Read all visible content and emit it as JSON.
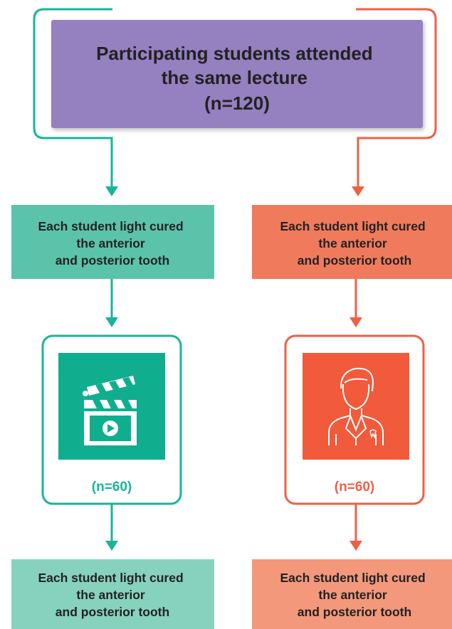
{
  "top_box": {
    "lines": [
      "Participating students attended",
      "the same lecture",
      "(n=120)"
    ]
  },
  "left": {
    "step1_lines": [
      "Each student light cured",
      "the anterior",
      "and posterior tooth"
    ],
    "icon": "video-clapperboard-icon",
    "group_label": "(n=60)",
    "step3_lines": [
      "Each student light cured",
      "the anterior",
      "and posterior tooth"
    ]
  },
  "right": {
    "step1_lines": [
      "Each student light cured",
      "the anterior",
      "and posterior tooth"
    ],
    "icon": "dentist-person-icon",
    "group_label": "(n=60)",
    "step3_lines": [
      "Each student light cured",
      "the anterior",
      "and posterior tooth"
    ]
  },
  "colors": {
    "purple_box": "#9580c0",
    "teal": "#19b49a",
    "teal_box": "#5cc3ab",
    "teal_box_light": "#87d2bf",
    "teal_icon_bg": "#0fae8f",
    "orange": "#ee6045",
    "orange_box": "#f07b5c",
    "orange_box_light": "#f4987c",
    "orange_icon_bg": "#f15a3a"
  }
}
